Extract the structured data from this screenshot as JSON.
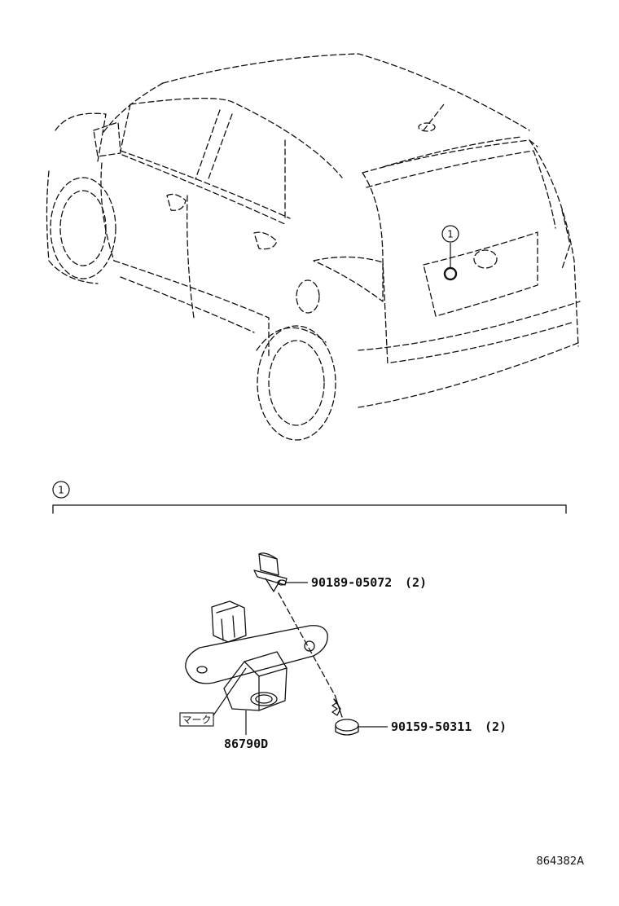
{
  "callout": {
    "index_label": "1"
  },
  "section": {
    "index_label": "1"
  },
  "parts": [
    {
      "number": "90189-05072",
      "qty": "(2)"
    },
    {
      "number": "90159-50311",
      "qty": "(2)"
    },
    {
      "number": "86790D"
    }
  ],
  "mark_label": "マーク",
  "figure_code": "864382A"
}
